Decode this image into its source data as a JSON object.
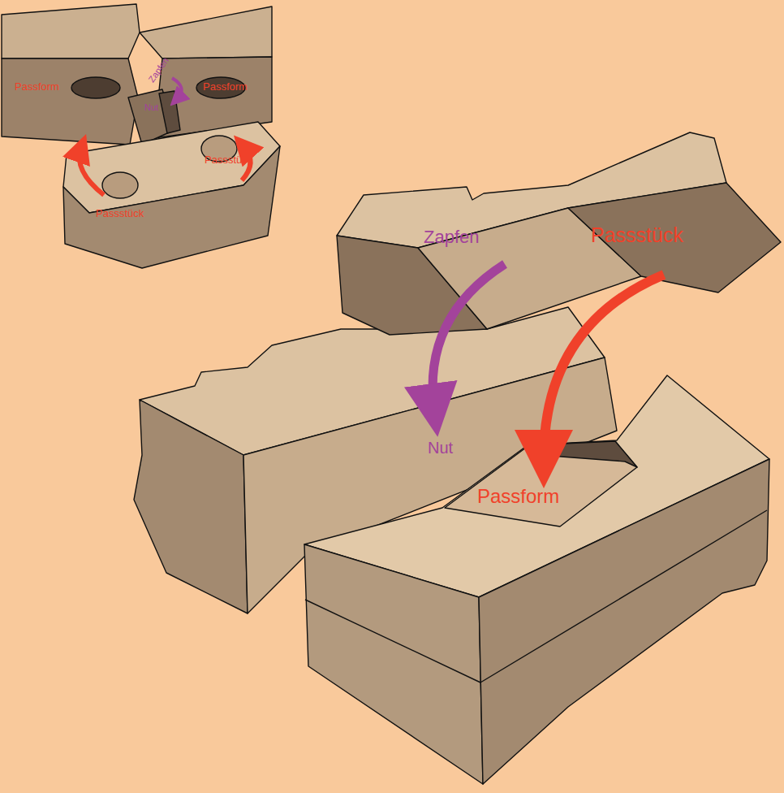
{
  "diagram": {
    "labels": [
      "Passform",
      "Zapfen",
      "Nut",
      "Passform",
      "Passstück",
      "Passstück",
      "Zapfen",
      "Passstück",
      "Nut",
      "Passform"
    ]
  }
}
